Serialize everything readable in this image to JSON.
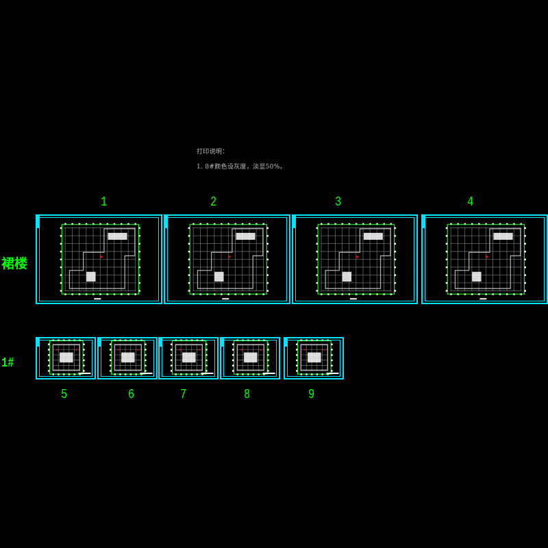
{
  "print_note": {
    "title": "打印说明：",
    "line1": "1. 8#颜色设灰度，淡显50%。"
  },
  "groups": [
    {
      "label": "裙楼",
      "sheets": [
        "1",
        "2",
        "3",
        "4"
      ]
    },
    {
      "label": "1#",
      "sheets": [
        "5",
        "6",
        "7",
        "8",
        "9"
      ]
    }
  ],
  "colors": {
    "frame": "#00e5ff",
    "label": "#00ff00",
    "axis": "#00ff00",
    "wall": "#808080",
    "detail": "#ffffff",
    "accent": "#ff0000"
  }
}
